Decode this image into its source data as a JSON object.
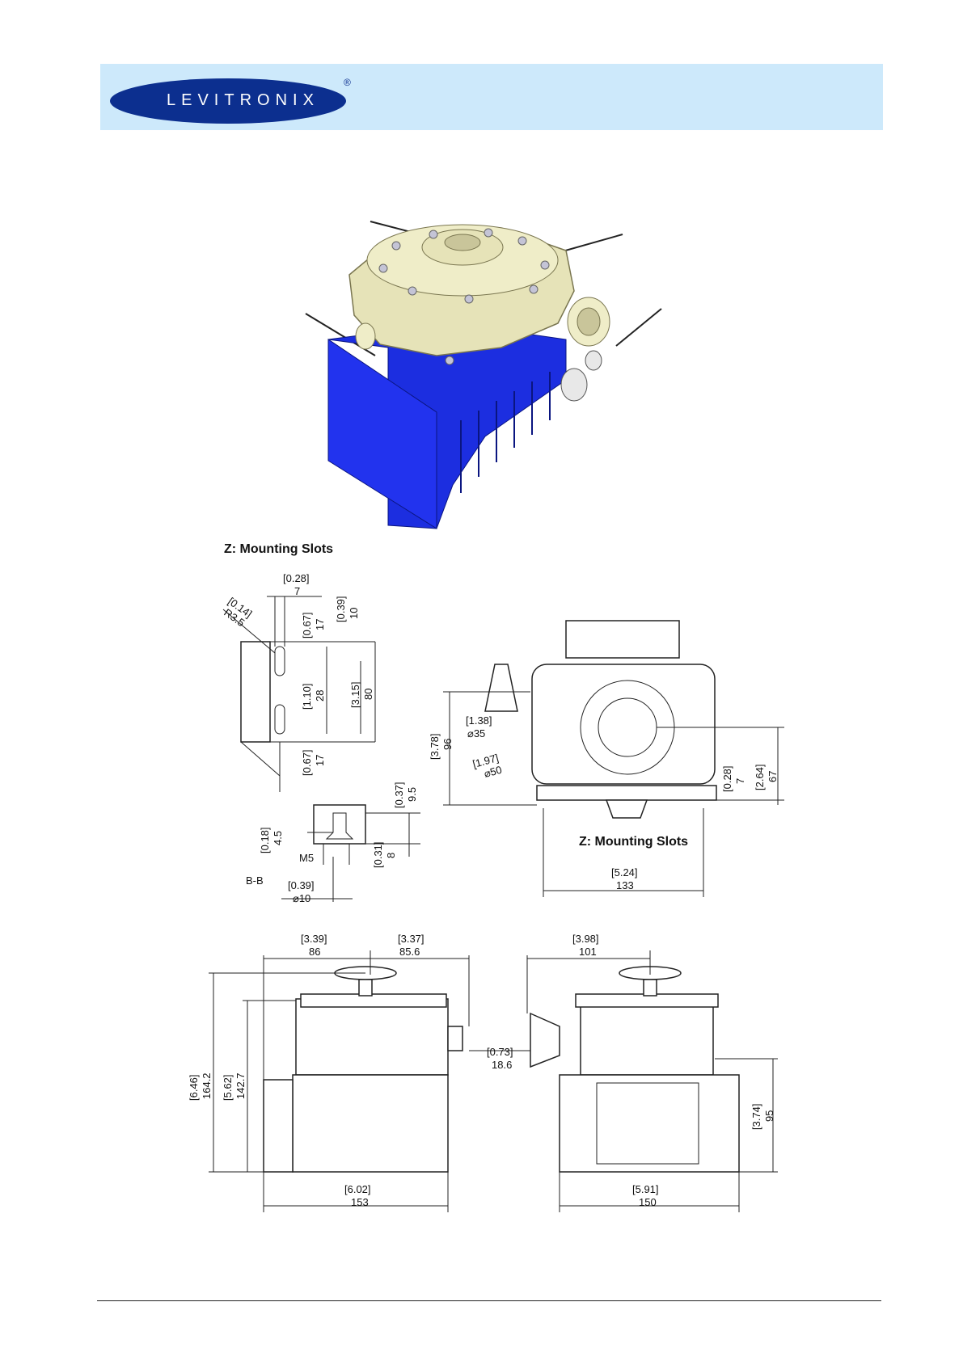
{
  "header": {
    "brand": "LEVITRONIX",
    "registered_mark": "®"
  },
  "section_side": {
    "title": "Z: Mounting Slots",
    "section_label": "B-B",
    "thread_label": "M5"
  },
  "section_front": {
    "title": "Z: Mounting Slots"
  },
  "dimensions": {
    "slot_width_in": "[0.28]",
    "slot_width_mm": "7",
    "radius_in": "[0.14]",
    "radius_mm": "R3.5",
    "top_offset_in": "[0.39]",
    "top_offset_mm": "10",
    "upper_slot_in": "[0.67]",
    "upper_slot_mm": "17",
    "slot_spacing_in": "[1.10]",
    "slot_spacing_mm": "28",
    "bracket_height_in": "[3.15]",
    "bracket_height_mm": "80",
    "lower_slot_in": "[0.67]",
    "lower_slot_mm": "17",
    "thread_depth_in": "[0.37]",
    "thread_depth_mm": "9.5",
    "thread_step_in": "[0.18]",
    "thread_step_mm": "4.5",
    "thread_base_in": "[0.31]",
    "thread_base_mm": "8",
    "bore_in": "[0.39]",
    "bore_mm": "⌀10",
    "front_height_in": "[3.78]",
    "front_height_mm": "96",
    "inner_dia_in": "[1.38]",
    "inner_dia_mm": "⌀35",
    "outer_dia_in": "[1.97]",
    "outer_dia_mm": "⌀50",
    "foot_height_in": "[0.28]",
    "foot_height_mm": "7",
    "axis_height_in": "[2.64]",
    "axis_height_mm": "67",
    "slot_pitch_in": "[5.24]",
    "slot_pitch_mm": "133",
    "left_w1_in": "[3.39]",
    "left_w1_mm": "86",
    "left_w2_in": "[3.37]",
    "left_w2_mm": "85.6",
    "total_h_in": "[6.46]",
    "total_h_mm": "164.2",
    "body_h_in": "[5.62]",
    "body_h_mm": "142.7",
    "outlet_h_in": "[0.73]",
    "outlet_h_mm": "18.6",
    "left_base_in": "[6.02]",
    "left_base_mm": "153",
    "right_w_in": "[3.98]",
    "right_w_mm": "101",
    "right_h_in": "[3.74]",
    "right_h_mm": "95",
    "right_base_in": "[5.91]",
    "right_base_mm": "150"
  },
  "colors": {
    "header_band": "#cde9fb",
    "logo_oval": "#0c2f8f",
    "housing": "#e6e3b8",
    "motor_blue": "#1c2ee0"
  }
}
